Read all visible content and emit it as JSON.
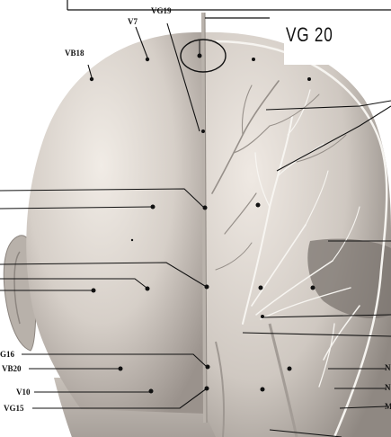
{
  "labels": {
    "vg20": "VG 20",
    "vg19": "VG19",
    "v7": "V7",
    "vb18": "VB18",
    "g16": "G16",
    "vb20": "VB20",
    "v10": "V10",
    "vg15": "VG15",
    "m1": "N",
    "m2": "N",
    "m3": "M"
  },
  "colors": {
    "skin_light": "#e9e3dc",
    "skin_mid": "#c9c2bb",
    "skin_dark": "#8d8580",
    "nerve": "#f4f2ee",
    "line": "#111111"
  }
}
